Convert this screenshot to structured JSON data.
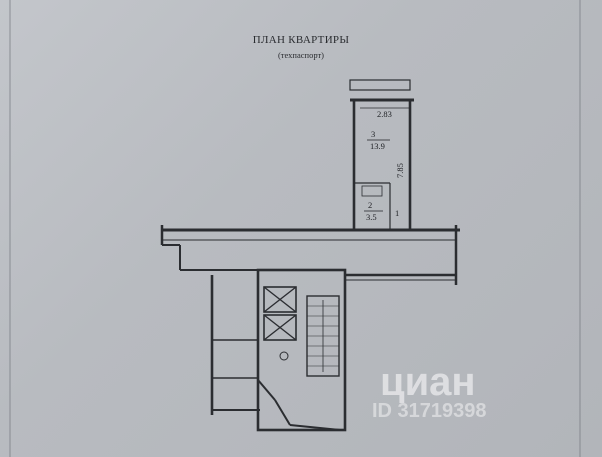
{
  "document": {
    "title": "ПЛАН КВАРТИРЫ",
    "subtitle": "(техпаспорт)"
  },
  "rooms": {
    "room3": {
      "number": "3",
      "area": "13.9"
    },
    "room2": {
      "number": "2",
      "area": "3.5"
    },
    "room1": {
      "number": "1"
    }
  },
  "dimensions": {
    "width": "2.83",
    "length": "7.85"
  },
  "watermark": {
    "brand": "циан",
    "id": "ID 31719398"
  }
}
